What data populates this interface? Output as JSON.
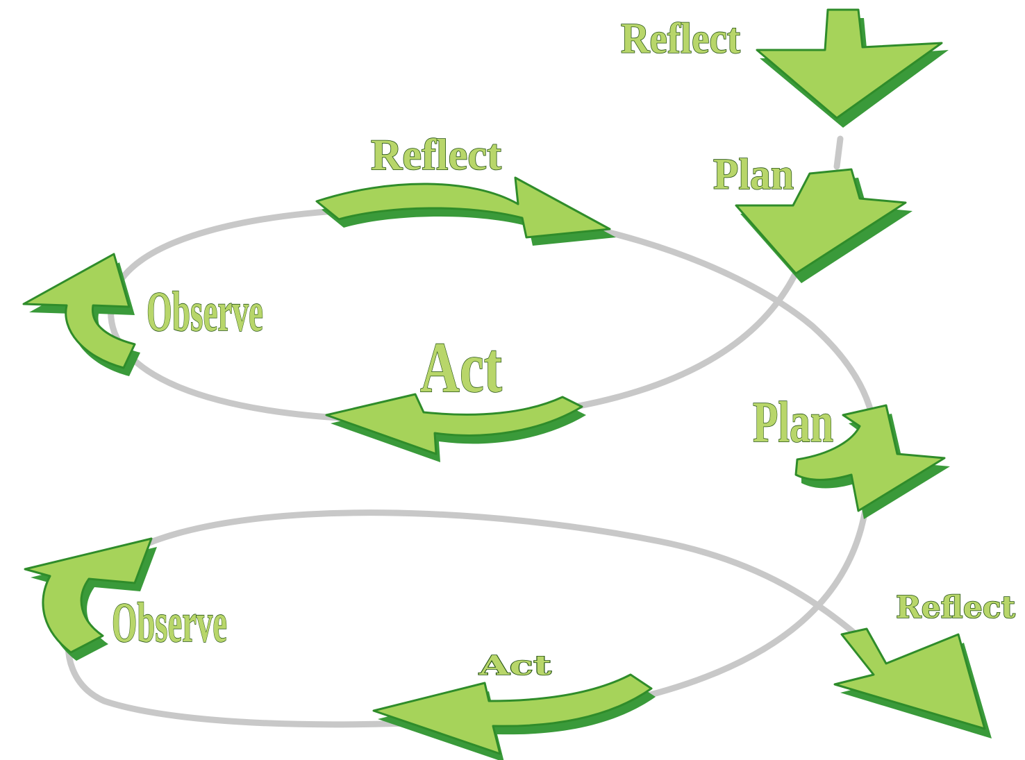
{
  "cycle_one": {
    "reflect_label": "Reflect",
    "plan_label": "Plan",
    "observe_label": "Observe",
    "act_label": "Act"
  },
  "cycle_two": {
    "plan_label": "Plan",
    "observe_label": "Observe",
    "act_label": "Act",
    "reflect_label": "Reflect"
  },
  "top_entry": {
    "reflect_label": "Reflect"
  },
  "colors": {
    "arrow_fill": "#a6d35a",
    "arrow_edge": "#2f8c2a",
    "path_line": "#c8c8c8",
    "label_fill": "#b8d66a",
    "label_stroke": "#1f4d0f"
  }
}
